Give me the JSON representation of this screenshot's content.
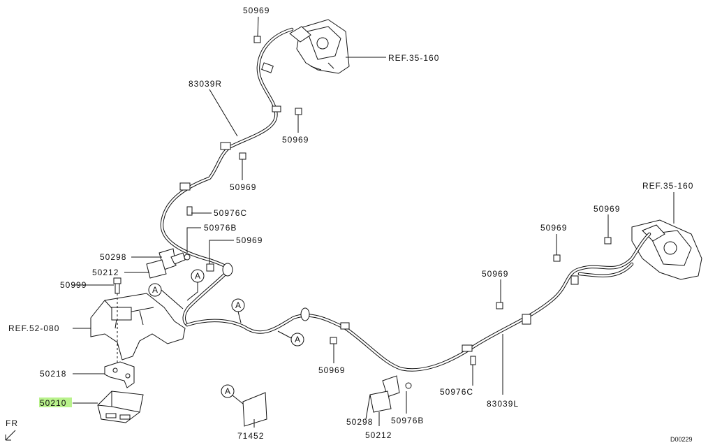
{
  "callouts": {
    "p50969_top": "50969",
    "ref35_top": "REF.35-160",
    "p83039R": "83039R",
    "p50969_mid1": "50969",
    "p50969_mid2": "50969",
    "p50976C_left": "50976C",
    "p50976B_left": "50976B",
    "p50969_left": "50969",
    "p50298_left": "50298",
    "p50212_left": "50212",
    "p50999": "50999",
    "ref52": "REF.52-080",
    "p50218": "50218",
    "p50210": "50210",
    "p71452": "71452",
    "p50969_bottom": "50969",
    "p50298_bottom": "50298",
    "p50976B_bottom": "50976B",
    "p50212_bottom": "50212",
    "p50976C_bottom": "50976C",
    "p83039L": "83039L",
    "p50969_r1": "50969",
    "p50969_r2": "50969",
    "p50969_r3": "50969",
    "ref35_right": "REF.35-160",
    "fr": "FR",
    "diagram_code": "D00229"
  },
  "marker": "A",
  "highlight_color": "#b9f28c"
}
